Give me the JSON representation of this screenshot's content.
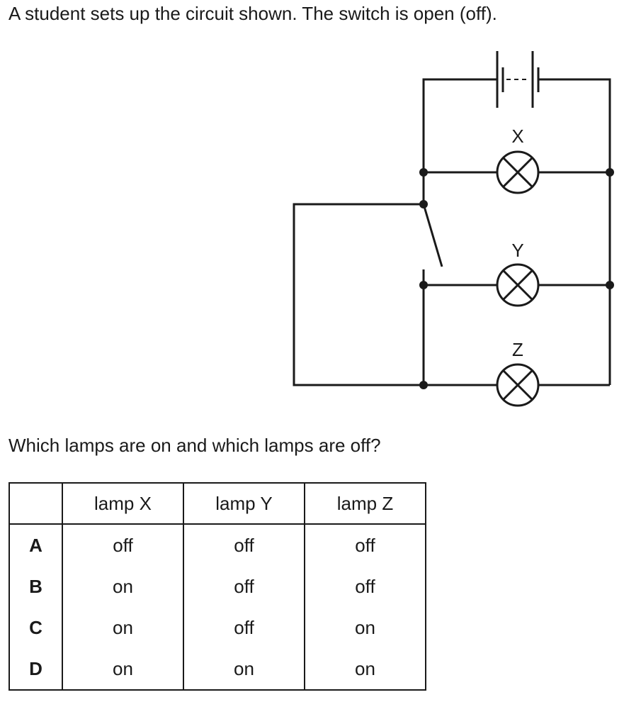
{
  "intro_text": "A student sets up the circuit shown. The switch is open (off).",
  "circuit": {
    "components": [
      "cell-battery",
      "switch",
      "lamp",
      "lamp",
      "lamp"
    ],
    "switch_state": "open",
    "lamps": [
      {
        "label": "X"
      },
      {
        "label": "Y"
      },
      {
        "label": "Z"
      }
    ]
  },
  "question_text": "Which lamps are on and which lamps are off?",
  "table": {
    "headers": [
      "",
      "lamp X",
      "lamp Y",
      "lamp Z"
    ],
    "rows": [
      {
        "option": "A",
        "x": "off",
        "y": "off",
        "z": "off"
      },
      {
        "option": "B",
        "x": "on",
        "y": "off",
        "z": "off"
      },
      {
        "option": "C",
        "x": "on",
        "y": "off",
        "z": "on"
      },
      {
        "option": "D",
        "x": "on",
        "y": "on",
        "z": "on"
      }
    ]
  }
}
